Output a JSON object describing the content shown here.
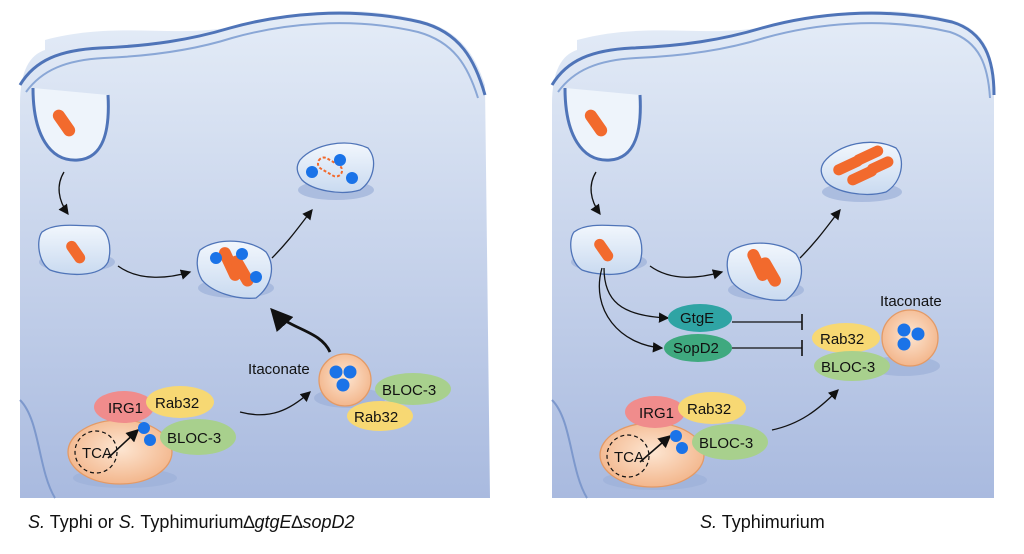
{
  "left_panel": {
    "caption": {
      "part1": "S.",
      "part2": " Typhi or ",
      "part3": "S.",
      "part4": " Typhimurium",
      "delta1": "∆",
      "gene1": "gtgE",
      "delta2": "∆",
      "gene2": "sopD2"
    },
    "labels": {
      "itaconate": "Itaconate",
      "irg1": "IRG1",
      "rab32_a": "Rab32",
      "bloc3_a": "BLOC-3",
      "tca": "TCA",
      "bloc3_b": "BLOC-3",
      "rab32_b": "Rab32"
    }
  },
  "right_panel": {
    "caption": {
      "part1": "S.",
      "part2": " Typhimurium"
    },
    "labels": {
      "gtge": "GtgE",
      "sopd2": "SopD2",
      "itaconate": "Itaconate",
      "rab32_a": "Rab32",
      "bloc3_a": "BLOC-3",
      "irg1": "IRG1",
      "rab32_b": "Rab32",
      "bloc3_b": "BLOC-3",
      "tca": "TCA"
    }
  },
  "colors": {
    "cytoplasm_top": "#dbe5f4",
    "cytoplasm_bottom": "#a7b8de",
    "membrane": "#4f74b8",
    "bacterium": "#f26a2d",
    "itaconate_dot": "#1a73e8",
    "mito": "#f7c9a4",
    "irg1": "#f08c8c",
    "rab32": "#f7d873",
    "bloc3": "#a8d08d",
    "gtge": "#2fa4a4",
    "sopd2": "#3fa97f"
  }
}
